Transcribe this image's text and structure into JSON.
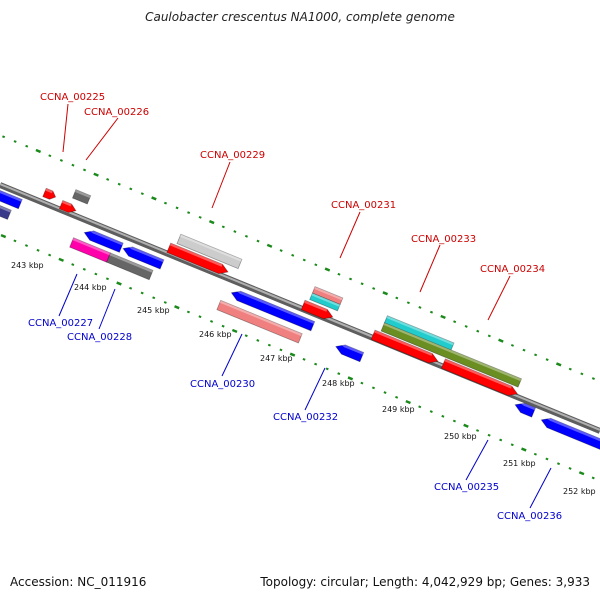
{
  "title": "Caulobacter crescentus NA1000, complete genome",
  "footer": {
    "accession": "Accession: NC_011916",
    "summary": "Topology: circular; Length: 4,042,929 bp; Genes: 3,933"
  },
  "ruler_labels": [
    "243 kbp",
    "244 kbp",
    "245 kbp",
    "246 kbp",
    "247 kbp",
    "248 kbp",
    "249 kbp",
    "250 kbp",
    "251 kbp",
    "252 kbp"
  ],
  "gene_labels": {
    "upper": [
      "CCNA_00225",
      "CCNA_00226",
      "CCNA_00229",
      "CCNA_00231",
      "CCNA_00233",
      "CCNA_00234"
    ],
    "lower": [
      "CCNA_00227",
      "CCNA_00228",
      "CCNA_00230",
      "CCNA_00232",
      "CCNA_00235",
      "CCNA_00236"
    ]
  },
  "colors": {
    "upper_label": "#cc0000",
    "lower_label": "#0000cc",
    "ruler": "#1a8a1a",
    "backbone": "#8a8a8a",
    "red": "#ff0000",
    "blue": "#0000ff",
    "gray": "#666666",
    "light_gray": "#cccccc",
    "pink": "#f08080",
    "magenta": "#ff00aa",
    "cyan": "#22cccc",
    "olive": "#6b8e23",
    "navy": "#3a3a8a"
  }
}
